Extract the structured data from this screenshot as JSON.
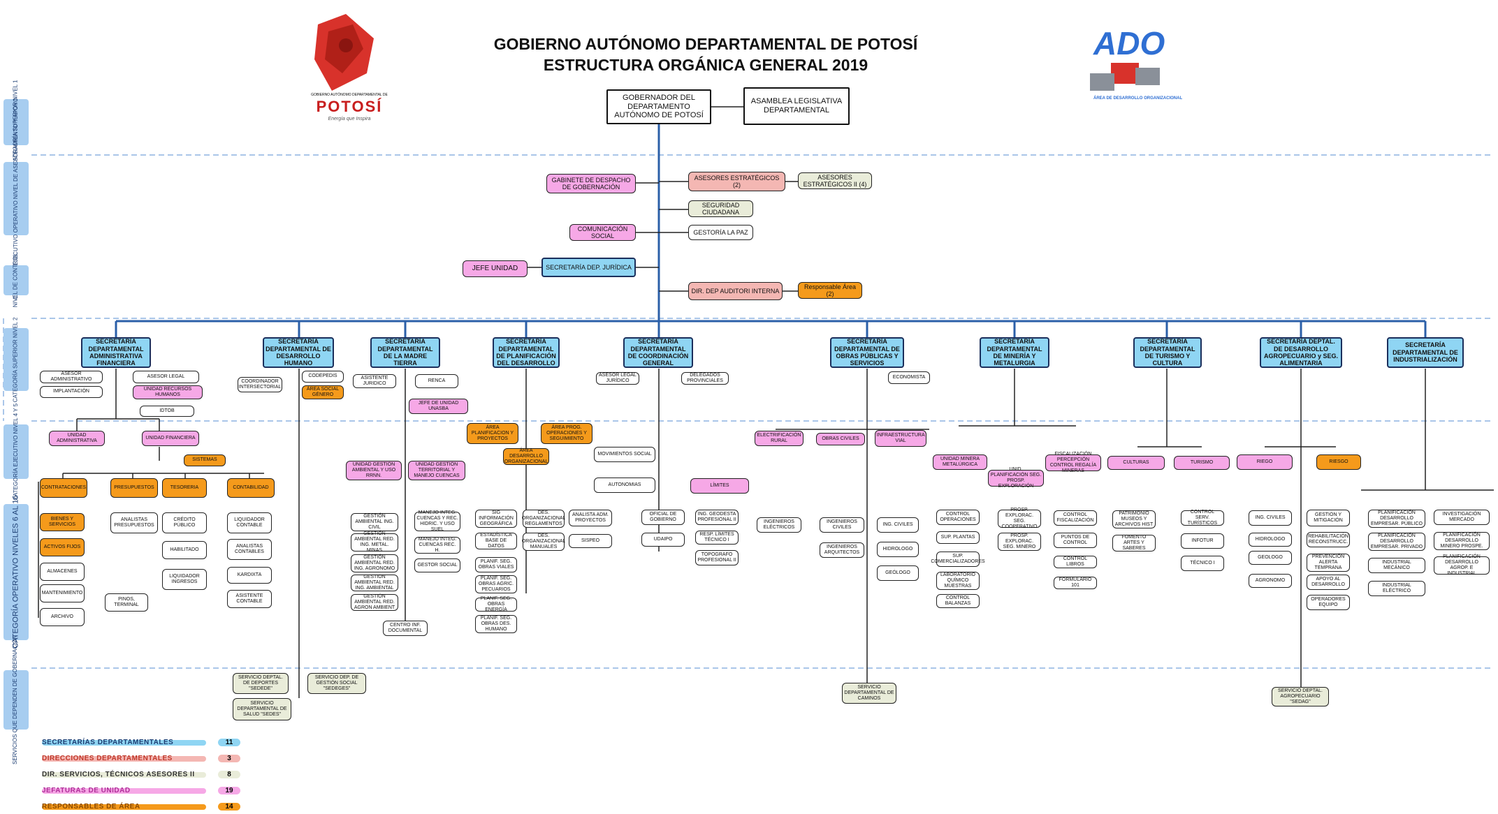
{
  "header": {
    "title1": "GOBIERNO AUTÓNOMO DEPARTAMENTAL DE POTOSÍ",
    "title2": "ESTRUCTURA ORGÁNICA GENERAL 2019",
    "logo_left": {
      "caption": "GOBIERNO AUTÓNOMO DEPARTAMENTAL DE",
      "word": "POTOSÍ",
      "tagline": "Energía que Inspira"
    },
    "logo_right": {
      "word": "ADO",
      "caption": "ÁREA DE DESARROLLO ORGANIZACIONAL"
    }
  },
  "categories": [
    "CATEGORÍA SUPERIOR NIVEL 1",
    "CATEGORÍA EJECUTIVO OPERATIVO NIVEL DE ASESORAMIENTO Y APOYO",
    "NIVEL DE CONTROL",
    "CATEGORÍA SUPERIOR NIVEL 2",
    "CATEGORÍA EJECUTIVO NIVEL 4 Y 5",
    "CATEGORÍA OPERATIVO NIVELES 6 AL 16",
    "SERVICIOS QUE DEPENDEN DE GOBERNACIÓN"
  ],
  "top": {
    "governor": "GOBERNADOR DEL DEPARTAMENTO AUTÓNOMO DE POTOSÍ",
    "assembly": "ASAMBLEA LEGISLATIVA DEPARTAMENTAL"
  },
  "staff": {
    "gabinete": "GABINETE DE DESPACHO DE GOBERNACIÓN",
    "asesores": "ASESORES ESTRATÉGICOS (2)",
    "asesores2": "ASESORES ESTRATÉGICOS II (4)",
    "seguridad": "SEGURIDAD CIUDADANA",
    "comunicacion": "COMUNICACIÓN SOCIAL",
    "gestoria": "GESTORÍA LA PAZ",
    "jefe": "JEFE UNIDAD",
    "juridica": "SECRETARÍA DEP. JURÍDICA",
    "auditoria": "DIR. DEP AUDITORI INTERNA",
    "responsable": "Responsable Área (2)"
  },
  "secretarias": [
    "SECRETARÍA DEPARTAMENTAL ADMINISTRATIVA FINANCIERA",
    "SECRETARÍA DEPARTAMENTAL DE DESARROLLO HUMANO",
    "SECRETARÍA DEPARTAMENTAL DE LA MADRE TIERRA",
    "SECRETARÍA DEPARTAMENTAL DE PLANIFICACIÓN DEL DESARROLLO",
    "SECRETARÍA DEPARTAMENTAL DE COORDINACIÓN GENERAL",
    "SECRETARÍA DEPARTAMENTAL DE OBRAS PÚBLICAS Y SERVICIOS",
    "SECRETARÍA DEPARTAMENTAL DE MINERÍA Y METALURGIA",
    "SECRETARÍA DEPARTAMENTAL DE TURISMO Y CULTURA",
    "SECRETARÍA DEPTAL. DE DESARROLLO AGROPECUARIO y SEG. ALIMENTARIA",
    "SECRETARÍA DEPARTAMENTAL DE INDUSTRIALIZACIÓN"
  ],
  "units": {
    "adm": [
      "ASESOR ADMINISTRATIVO",
      "ASESOR LEGAL",
      "IMPLANTACIÓN",
      "UNIDAD RECURSOS HUMANOS",
      "IDTOB",
      "UNIDAD ADMINISTRATIVA",
      "UNIDAD FINANCIERA",
      "SISTEMAS",
      "CONTRATACIONES",
      "PRESUPUESTOS",
      "TESORERIA",
      "CONTABILIDAD",
      "BIENES Y SERVICIOS",
      "ACTIVOS FIJOS",
      "ALMACENES",
      "MANTENIMIENTO",
      "ARCHIVO",
      "ANALISTAS PRESUPUESTOS",
      "CRÉDITO PÚBLICO",
      "HABILITADO",
      "LIQUIDADOR INGRESOS",
      "PINOS, TERMINAL",
      "LIQUIDADOR CONTABLE",
      "ANALISTAS CONTABLES",
      "KARDIXTA",
      "ASISTENTE CONTABLE"
    ],
    "hum": [
      "COORDINADOR INTERSECTORIAL",
      "CODEPEDIS",
      "ÁREA SOCIAL GÉNERO"
    ],
    "tierra": [
      "ASISTENTE JURIDICO",
      "RENCA",
      "JEFE DE UNIDAD UNASBA",
      "UNIDAD GESTIÓN AMBIENTAL Y USO RRNN.",
      "UNIDAD GESTIÓN TERRITORIAL Y MANEJO CUENCAS",
      "GESTIÓN AMBIENTAL ING. CIVIL",
      "GESTIÓN AMBIENTAL RED. ING. METAL. MINAS",
      "GESTIÓN AMBIENTAL RED. ING. AGRONOMO",
      "GESTIÓN AMBIENTAL RED. ING. AMBIENTAL",
      "GESTIÓN AMBIENTAL RED. AGRON AMBIENT",
      "MANEJO INTEG. CUENCAS Y REC. HIDRIC. Y USO SUEL",
      "MANEJO INTEG. CUENCAS REC. H.",
      "GESTOR SOCIAL",
      "CENTRO INF. DOCUMENTAL"
    ],
    "plan": [
      "ÁREA PLANIFICACION Y PROYECTOS",
      "ÁREA PROG. OPERACIONES Y SEGUIMIENTO",
      "ÁREA DESARROLLO ORGANIZACIONAL",
      "SIG INFORMACIÓN GEOGRÁFICA",
      "ESTADÍSTICA BASE DE DATOS",
      "PLANIF. SEG. OBRAS VIALES",
      "PLANIF. SEG. OBRAS AGRIC. PECUARIOS",
      "PLANIF. SEG. OBRAS ENERGÍA",
      "PLANIF. SEG. OBRAS DES. HUMANO",
      "DES. ORGANIZACIONAL REGLAMENTOS",
      "DES. ORGANIZACIONAL MANUALES",
      "ANALISTA ADM. PROYECTOS",
      "SISPEO"
    ],
    "coord": [
      "ASESOR LEGAL JURÍDICO",
      "DELEGADOS PROVINCIALES",
      "MOVIMIENTOS SOCIAL",
      "AUTONOMIAS",
      "LÍMITES",
      "OFICIAL DE GOBIERNO",
      "UDAIPO",
      "ING. GEODESTA PROFESIONAL II",
      "RESP. LÍMITES TÉCNICO I",
      "TOPOGRAFO PROFESIONAL II"
    ],
    "obras": [
      "ECONOMISTA",
      "ELECTRIFICACIÓN RURAL",
      "OBRAS CIVILES",
      "INFRAESTRUCTURA VIAL",
      "INGENIEROS ELÉCTRICOS",
      "INGENIEROS CIVILES",
      "INGENIEROS ARQUITECTOS",
      "ING. CIVILES",
      "HIDROLOGO",
      "GEÓLOGO"
    ],
    "min": [
      "UNIDAD MINERA METALÚRGICA",
      "UNID. PLANIFICACIÓN SEG. PROSP. EXPLORACIÓN",
      "FISCALIZACIÓN PERCEPCIÓN CONTROL REGALÍA MINERAS",
      "CONTROL OPERACIONES",
      "SUP. PLANTAS",
      "SUP. COMERCIALIZADORES",
      "LABORATORIO QUÍMICO MUESTRAS",
      "CONTROL BALANZAS",
      "PROSP. EXPLORAC. SEG. COOPERATIVO",
      "PROSP. EXPLORAC. SEG. MINERO",
      "CONTROL FISCALIZACIÓN",
      "PUNTOS DE CONTROL",
      "CONTROL LIBROS",
      "FORMULARIO 101"
    ],
    "tur": [
      "CULTURAS",
      "TURISMO",
      "PATRIMONIO MUSEOS Y ARCHIVOS HIST",
      "FOMENTO ARTES Y SABERES",
      "CONTROL SERV. TURÍSTICOS",
      "INFOTUR",
      "TÉCNICO I"
    ],
    "agro": [
      "RIEGO",
      "RIESGO",
      "ING. CIVILES",
      "HIDROLOGO",
      "GEOLOGO",
      "AGRONOMO",
      "GESTIÓN Y MITIGACIÓN",
      "REHABILITACIÓN RECONSTRUCC.",
      "PREVENCIÓN ALERTA TEMPRANA",
      "APOYO AL DESARROLLO",
      "OPERADORES EQUIPO"
    ],
    "ind": [
      "PLANIFICACIÓN DESARROLLO EMPRESAR. PÚBLICO",
      "PLANIFICACIÓN DESARROLLO EMPRESAR. PRIVADO",
      "INDUSTRIAL MECÁNICO",
      "INDUSTRIAL ELÉCTRICO",
      "INVESTIGACIÓN MERCADO",
      "PLANIFICACIÓN DESARROLLO MINERO PROSPE.",
      "PLANIFICACIÓN DESARROLLO AGROP. E INDUSTRIAL"
    ]
  },
  "services": [
    "SERVICIO DEPTAL. DE DEPORTES \"SEDEDE\"",
    "SERVICIO DEP. DE GESTIÓN SOCIAL \"SEDEGES\"",
    "SERVICIO DEPARTAMENTAL DE SALUD \"SEDES\"",
    "SERVICIO DEPARTAMENTAL DE CAMINOS",
    "SERVICIO DEPTAL. AGROPECUARIO \"SEDAG\""
  ],
  "legend": [
    {
      "label": "SECRETARÍAS DEPARTAMENTALES",
      "count": "11",
      "color": "#8fd5f3"
    },
    {
      "label": "DIRECCIONES DEPARTAMENTALES",
      "count": "3",
      "color": "#f4b7b3"
    },
    {
      "label": "DIR. SERVICIOS, TÉCNICOS ASESORES II",
      "count": "8",
      "color": "#e9ecd9"
    },
    {
      "label": "JEFATURAS DE UNIDAD",
      "count": "19",
      "color": "#f6a8e6"
    },
    {
      "label": "RESPONSABLES DE ÁREA",
      "count": "14",
      "color": "#f59a1b"
    }
  ],
  "colors": {
    "line_blue": "#2b5fa8",
    "dashed": "#8db4e2",
    "category": "#a7cdf0"
  }
}
